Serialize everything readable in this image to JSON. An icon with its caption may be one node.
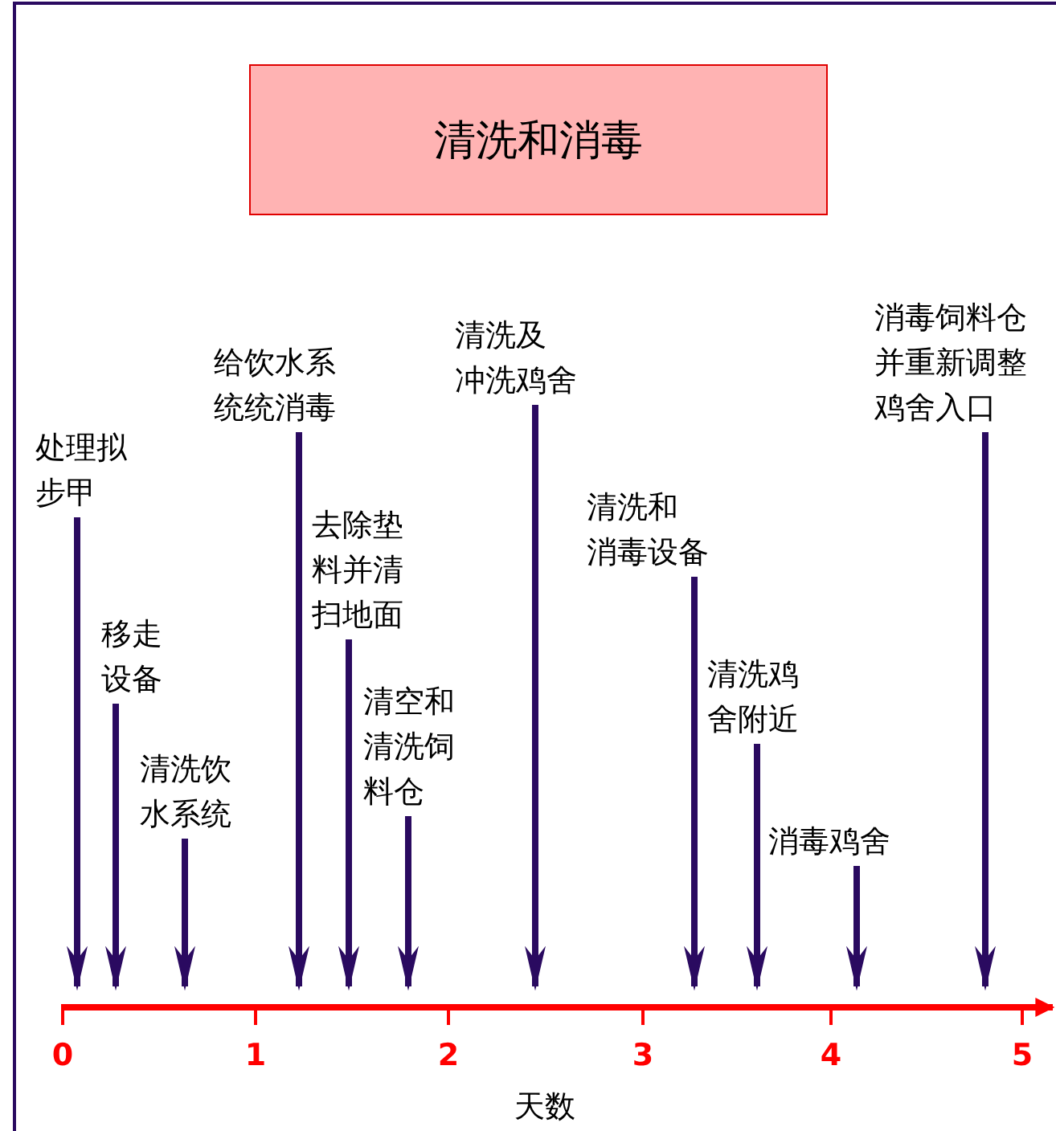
{
  "diagram": {
    "nodes": [
      {
        "text": [
          "清洗和消毒"
        ]
      },
      {
        "text": [
          "处理拟步甲"
        ]
      },
      {
        "text": [
          "移走设备"
        ]
      },
      {
        "text": [
          "清洗饮水系统"
        ]
      },
      {
        "text": [
          "给饮水系统统消毒"
        ]
      },
      {
        "text": [
          "去除垫料并清扫地面"
        ]
      },
      {
        "text": [
          "清空和清洗饲料仓"
        ]
      },
      {
        "text": [
          "清洗及冲洗鸡舍"
        ]
      },
      {
        "text": [
          "清洗和消毒设备"
        ]
      },
      {
        "text": [
          "清洗鸡舍附近"
        ]
      },
      {
        "text": [
          "消毒鸡舍"
        ]
      },
      {
        "text": [
          "消毒饲料仓并重新调整鸡舍入口"
        ]
      },
      {
        "text": [],
        "shape": "bar"
      }
    ],
    "edges": [
      {
        "from": 1,
        "to": 12,
        "arrow": "to"
      },
      {
        "from": 2,
        "to": 12,
        "arrow": "to"
      },
      {
        "from": 3,
        "to": 12,
        "arrow": "to"
      },
      {
        "from": 4,
        "to": 12,
        "arrow": "to"
      },
      {
        "from": 5,
        "to": 12,
        "arrow": "to"
      },
      {
        "from": 6,
        "to": 12,
        "arrow": "to"
      },
      {
        "from": 7,
        "to": 12,
        "arrow": "to"
      },
      {
        "from": 8,
        "to": 12,
        "arrow": "to"
      },
      {
        "from": 9,
        "to": 12,
        "arrow": "to"
      },
      {
        "from": 10,
        "to": 12,
        "arrow": "to"
      },
      {
        "from": 11,
        "to": 12,
        "arrow": "to"
      }
    ],
    "labels": [
      "0",
      "1",
      "2",
      "3",
      "4",
      "5",
      "天数"
    ]
  }
}
